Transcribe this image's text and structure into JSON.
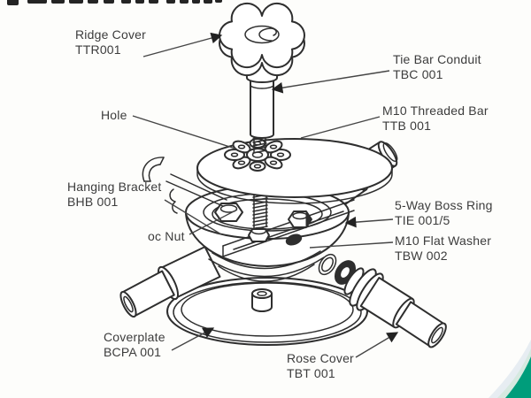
{
  "colors": {
    "background": "#fdfdfb",
    "line_art": "#2e2e2e",
    "label_text": "#3c3c3c",
    "leader_line": "#454545",
    "swoosh_green": "#009d7b",
    "swoosh_mint": "#d6e9e0",
    "swoosh_halo": "#e7edf2"
  },
  "diagram": {
    "type": "exploded-parts-diagram",
    "labels": {
      "ridge_cover": {
        "name": "Ridge Cover",
        "code": "TTR001"
      },
      "tie_bar_conduit": {
        "name": "Tie Bar Conduit",
        "code": "TBC 001"
      },
      "hole": {
        "name": "Hole"
      },
      "m10_threaded_bar": {
        "name": "M10 Threaded Bar",
        "code": "TTB 001"
      },
      "hanging_bracket": {
        "name": "Hanging Bracket",
        "code": "BHB 001"
      },
      "oc_nut": {
        "name": "oc Nut"
      },
      "five_way_boss_ring": {
        "name": "5-Way Boss Ring",
        "code": "TIE 001/5"
      },
      "m10_flat_washer": {
        "name": "M10 Flat Washer",
        "code": "TBW 002"
      },
      "coverplate": {
        "name": "Coverplate",
        "code": "BCPA 001"
      },
      "rose_cover": {
        "name": "Rose Cover",
        "code": "TBT 001"
      }
    }
  }
}
